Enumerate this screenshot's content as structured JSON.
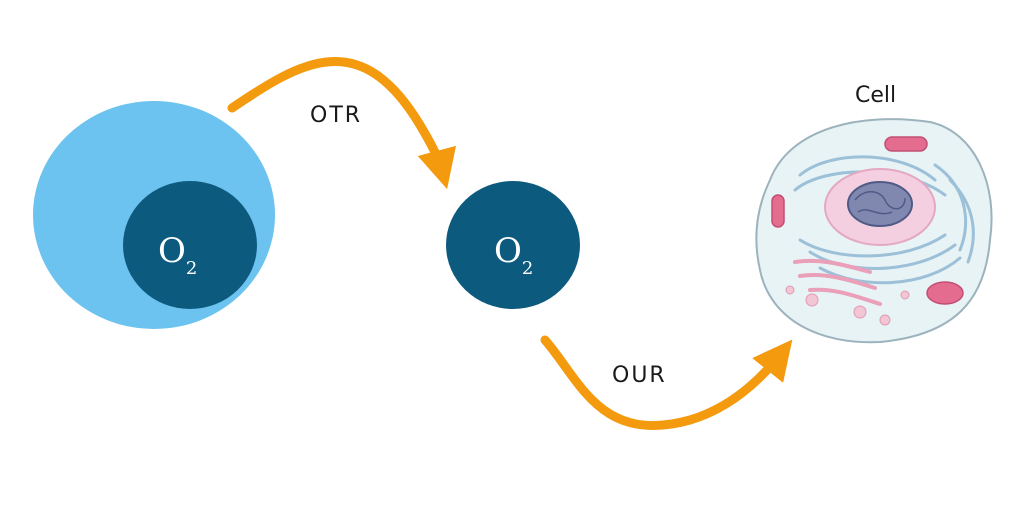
{
  "labels": {
    "otr": "OTR",
    "our": "OUR",
    "cell": "Cell"
  },
  "molecules": {
    "o2_letter": "O",
    "o2_subscript": "2"
  },
  "colors": {
    "gas_bubble": "#6dc3ef",
    "o2_circle": "#0d5a7f",
    "arrow": "#f39a0e",
    "cell_fill": "#e8f3f6",
    "cell_outline": "#9cb3bd",
    "nucleus": "#f4cfe0",
    "organelle": "#e46c8e",
    "er": "#9cc0d8"
  }
}
